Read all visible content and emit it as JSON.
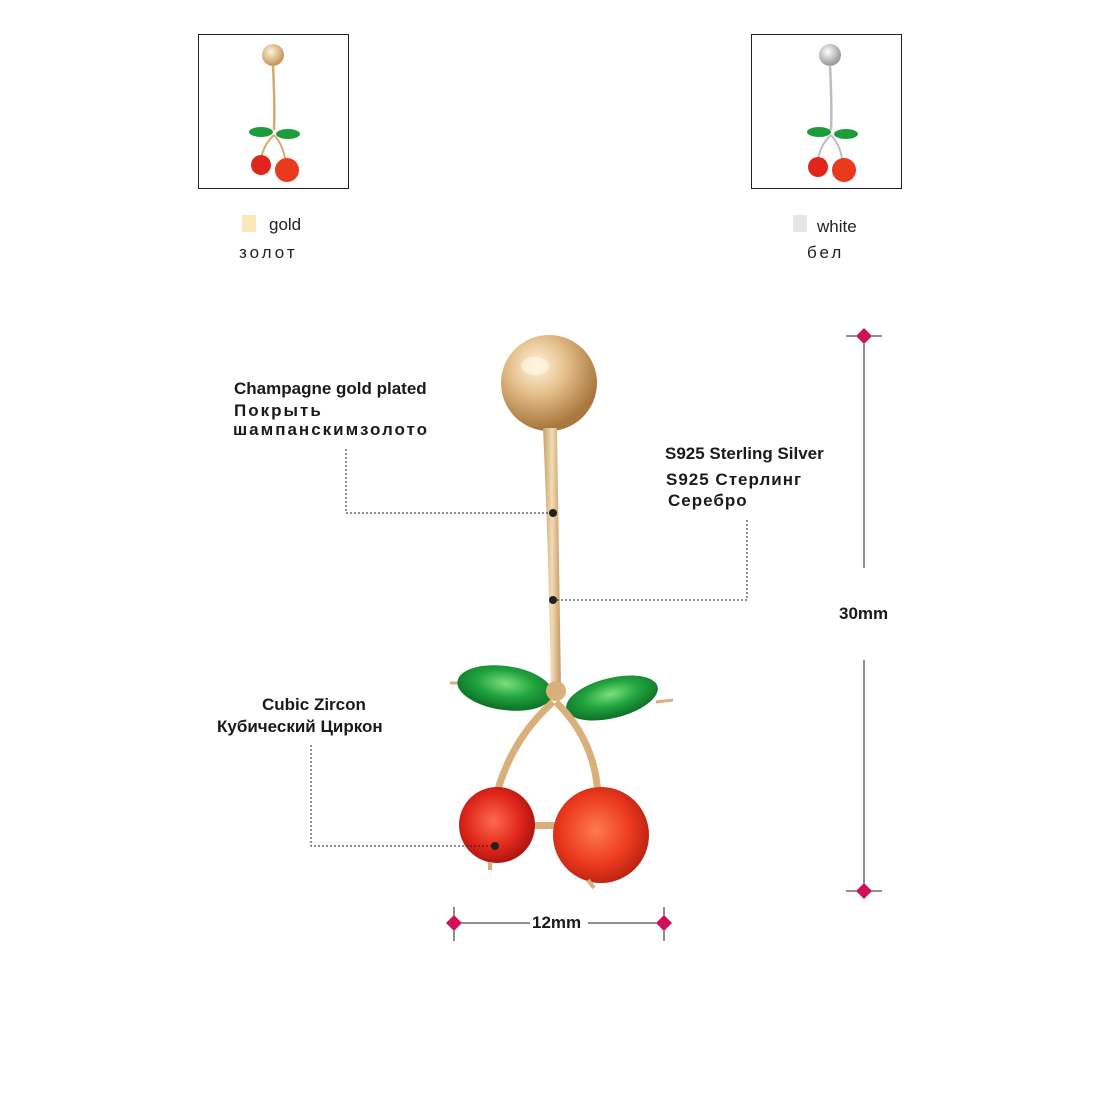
{
  "variants": [
    {
      "name": "gold",
      "name_ru": "золот",
      "swatch_color": "#fbe8b8",
      "metal_color": "#d8b483"
    },
    {
      "name": "white",
      "name_ru": "бел",
      "swatch_color": "#e6e6e6",
      "metal_color": "#c9c9c9"
    }
  ],
  "callouts": {
    "plating": {
      "en": "Champagne gold plated",
      "ru_line1": "Покрыть",
      "ru_line2": "шампанскимзолото"
    },
    "material": {
      "en": "S925 Sterling Silver",
      "ru_line1": "S925 Стерлинг",
      "ru_line2": "Серебро"
    },
    "stone": {
      "en": "Cubic Zircon",
      "ru": "Кубический Циркон"
    }
  },
  "dimensions": {
    "height": "30mm",
    "width": "12mm"
  },
  "colors": {
    "gold": "#d9b07a",
    "leaf_green": "#1f9a3c",
    "cherry_red": "#e0261c",
    "marker": "#d0105a"
  }
}
